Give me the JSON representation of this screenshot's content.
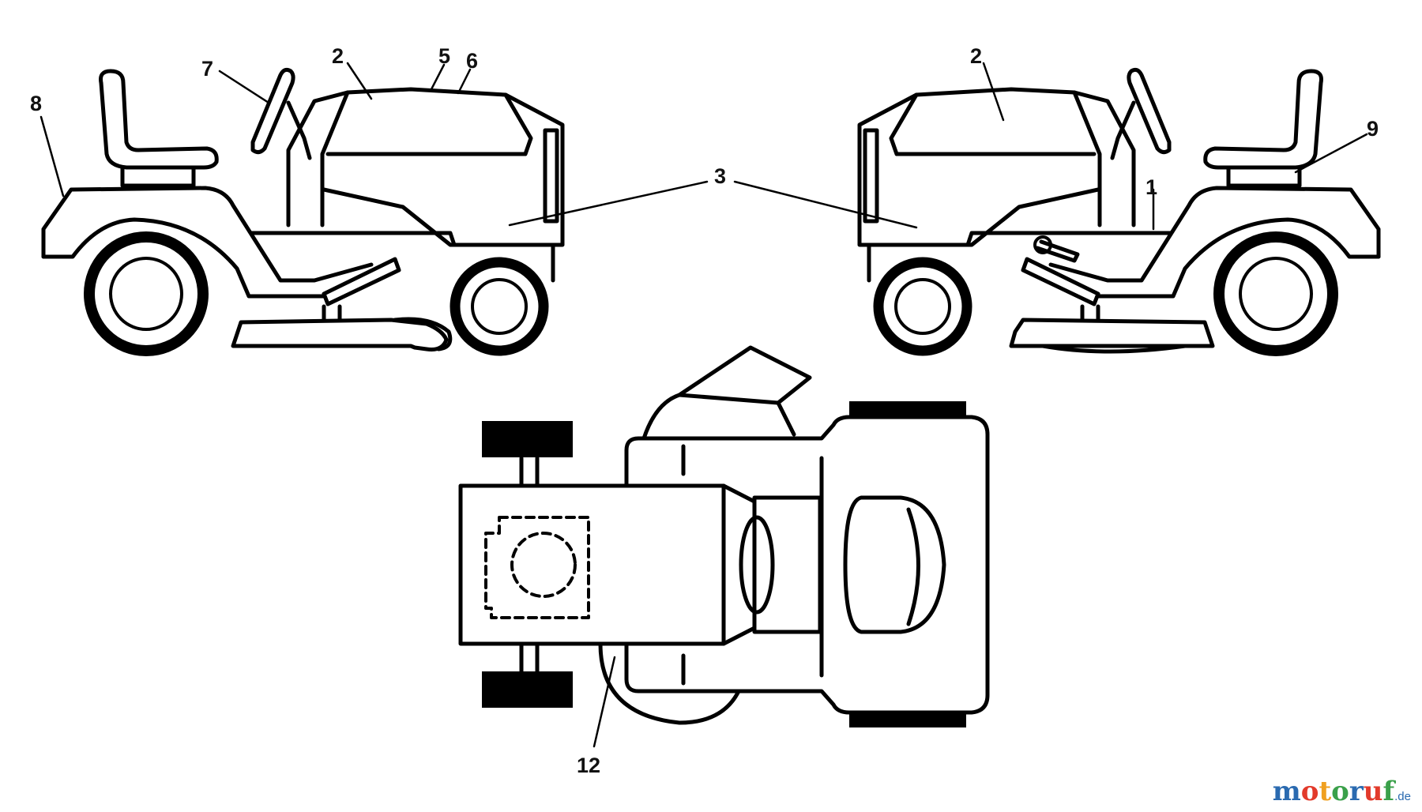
{
  "callouts": {
    "c1": "1",
    "c2a": "2",
    "c2b": "2",
    "c3": "3",
    "c5": "5",
    "c6": "6",
    "c7": "7",
    "c8": "8",
    "c9": "9",
    "c12": "12"
  },
  "watermark": {
    "letters": [
      "m",
      "o",
      "t",
      "o",
      "r",
      "u",
      "f"
    ],
    "colors": [
      "#2a6ab0",
      "#e23a2b",
      "#f0a020",
      "#3aa04a",
      "#2a6ab0",
      "#e23a2b",
      "#3aa04a"
    ],
    "tld": ".de"
  }
}
